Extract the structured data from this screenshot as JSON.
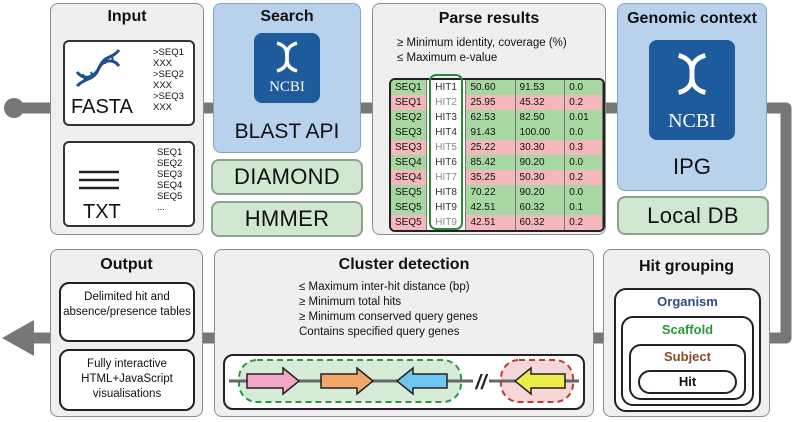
{
  "input": {
    "title": "Input",
    "fasta_label": "FASTA",
    "fasta_lines": [
      ">SEQ1",
      "XXX",
      ">SEQ2",
      "XXX",
      ">SEQ3",
      "XXX"
    ],
    "txt_label": "TXT",
    "txt_lines": [
      "SEQ1",
      "SEQ2",
      "SEQ3",
      "SEQ4",
      "SEQ5",
      "..."
    ]
  },
  "search": {
    "title": "Search",
    "ncbi_logo": "NCBI",
    "blast_label": "BLAST API",
    "diamond_label": "DIAMOND",
    "hmmer_label": "HMMER"
  },
  "parse": {
    "title": "Parse results",
    "criteria": [
      "≥ Minimum identity, coverage (%)",
      "≤ Maximum e-value"
    ],
    "rows": [
      {
        "query": "SEQ1",
        "hit": "HIT1",
        "identity": "50.60",
        "coverage": "91.53",
        "evalue": "0.0",
        "pass": true
      },
      {
        "query": "SEQ1",
        "hit": "HIT2",
        "identity": "25.95",
        "coverage": "45.32",
        "evalue": "0.2",
        "pass": false
      },
      {
        "query": "SEQ2",
        "hit": "HIT3",
        "identity": "62.53",
        "coverage": "82.50",
        "evalue": "0.01",
        "pass": true
      },
      {
        "query": "SEQ3",
        "hit": "HIT4",
        "identity": "91.43",
        "coverage": "100.00",
        "evalue": "0.0",
        "pass": true
      },
      {
        "query": "SEQ3",
        "hit": "HIT5",
        "identity": "25.22",
        "coverage": "30.30",
        "evalue": "0.3",
        "pass": false
      },
      {
        "query": "SEQ4",
        "hit": "HIT6",
        "identity": "85.42",
        "coverage": "90.20",
        "evalue": "0.0",
        "pass": true
      },
      {
        "query": "SEQ4",
        "hit": "HIT7",
        "identity": "35.25",
        "coverage": "50.30",
        "evalue": "0.2",
        "pass": false
      },
      {
        "query": "SEQ5",
        "hit": "HIT8",
        "identity": "70.22",
        "coverage": "90.20",
        "evalue": "0.0",
        "pass": true
      },
      {
        "query": "SEQ5",
        "hit": "HIT9",
        "identity": "42.51",
        "coverage": "60.32",
        "evalue": "0.1",
        "pass": true
      },
      {
        "query": "SEQ5",
        "hit": "HIT9",
        "identity": "42.51",
        "coverage": "60.32",
        "evalue": "0.2",
        "pass": false
      }
    ]
  },
  "genomic": {
    "title": "Genomic context",
    "ncbi_logo": "NCBI",
    "ipg_label": "IPG",
    "localdb_label": "Local DB"
  },
  "hitgroup": {
    "title": "Hit grouping",
    "levels": [
      {
        "label": "Organism",
        "color": "#2e4a8a"
      },
      {
        "label": "Scaffold",
        "color": "#2a9a3a"
      },
      {
        "label": "Subject",
        "color": "#8a4a2a"
      },
      {
        "label": "Hit",
        "color": "#111111"
      }
    ]
  },
  "cluster": {
    "title": "Cluster detection",
    "criteria": [
      "≤ Maximum inter-hit distance (bp)",
      "≥ Minimum total hits",
      "≥ Minimum conserved query genes",
      "Contains specified query genes"
    ],
    "gene_colors": [
      "#f2a6c8",
      "#f2a66a",
      "#6ec6f0",
      "#ecec4a"
    ],
    "break_symbol": "//"
  },
  "output": {
    "title": "Output",
    "items": [
      "Delimited hit and absence/presence tables",
      "Fully interactive HTML+JavaScript visualisations"
    ]
  },
  "colors": {
    "panel_bg": "#efefef",
    "search_bg": "#b8d2ec",
    "pass_row": "#a8d8a2",
    "fail_row": "#f4b8bc",
    "flow_line": "#777777",
    "ncbi_blue": "#1d5b9c"
  }
}
